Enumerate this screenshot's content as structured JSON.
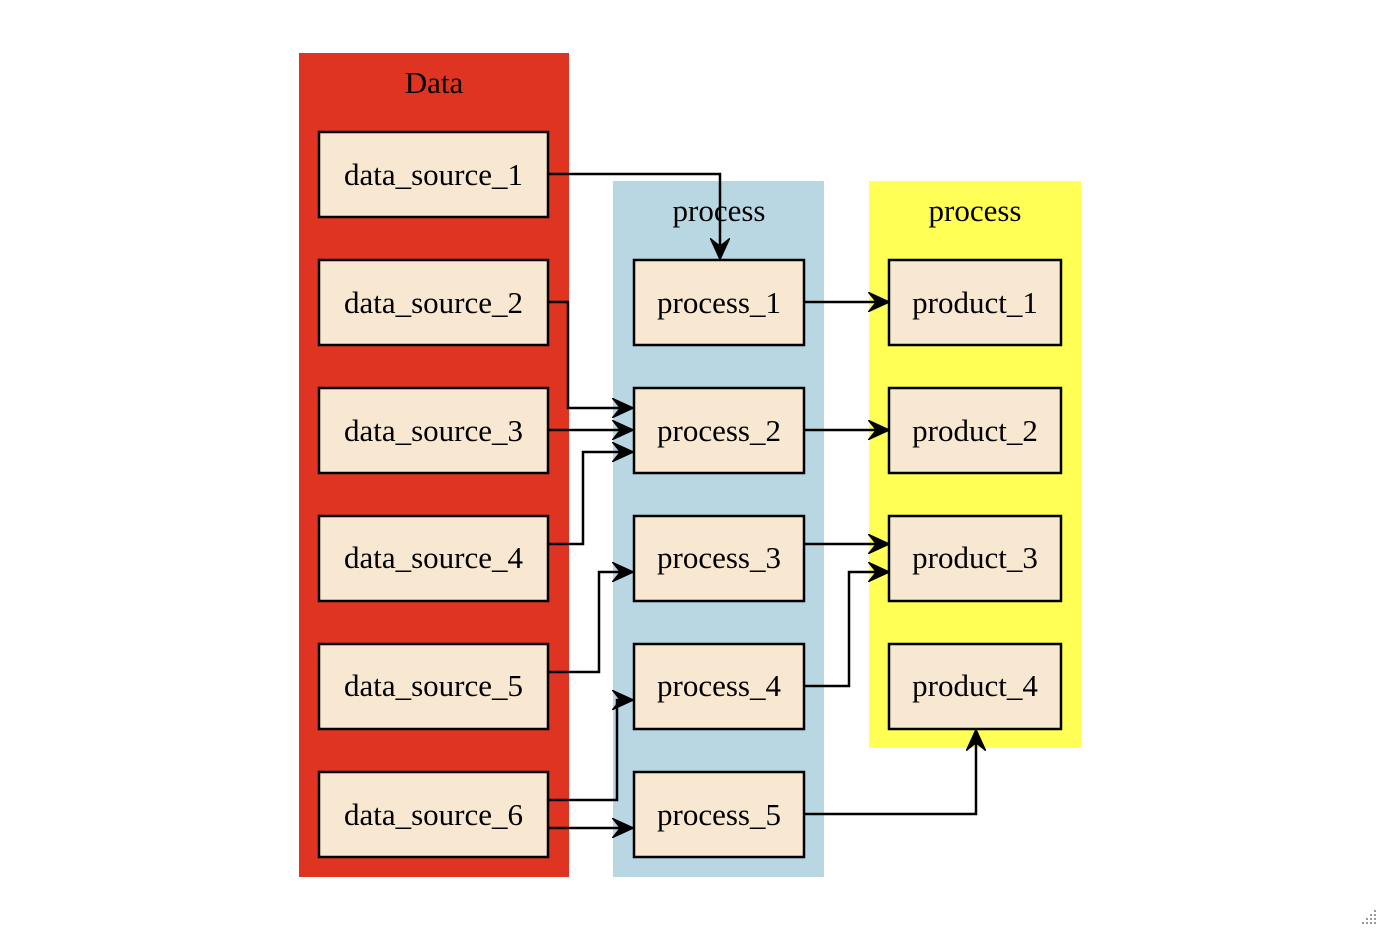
{
  "clusters": [
    {
      "id": "data",
      "label": "Data",
      "color": "#DE3421"
    },
    {
      "id": "process",
      "label": "process",
      "color": "#B9D7E3"
    },
    {
      "id": "product",
      "label": "process",
      "color": "#FFFF55"
    }
  ],
  "node_style": {
    "fill": "#F9E8D1",
    "stroke": "#000000"
  },
  "nodes": [
    {
      "id": "data_source_1",
      "label": "data_source_1",
      "cluster": "data"
    },
    {
      "id": "data_source_2",
      "label": "data_source_2",
      "cluster": "data"
    },
    {
      "id": "data_source_3",
      "label": "data_source_3",
      "cluster": "data"
    },
    {
      "id": "data_source_4",
      "label": "data_source_4",
      "cluster": "data"
    },
    {
      "id": "data_source_5",
      "label": "data_source_5",
      "cluster": "data"
    },
    {
      "id": "data_source_6",
      "label": "data_source_6",
      "cluster": "data"
    },
    {
      "id": "process_1",
      "label": "process_1",
      "cluster": "process"
    },
    {
      "id": "process_2",
      "label": "process_2",
      "cluster": "process"
    },
    {
      "id": "process_3",
      "label": "process_3",
      "cluster": "process"
    },
    {
      "id": "process_4",
      "label": "process_4",
      "cluster": "process"
    },
    {
      "id": "process_5",
      "label": "process_5",
      "cluster": "process"
    },
    {
      "id": "product_1",
      "label": "product_1",
      "cluster": "product"
    },
    {
      "id": "product_2",
      "label": "product_2",
      "cluster": "product"
    },
    {
      "id": "product_3",
      "label": "product_3",
      "cluster": "product"
    },
    {
      "id": "product_4",
      "label": "product_4",
      "cluster": "product"
    }
  ],
  "edges": [
    {
      "from": "data_source_1",
      "to": "process_1"
    },
    {
      "from": "data_source_2",
      "to": "process_2"
    },
    {
      "from": "data_source_3",
      "to": "process_2"
    },
    {
      "from": "data_source_4",
      "to": "process_2"
    },
    {
      "from": "data_source_5",
      "to": "process_3"
    },
    {
      "from": "data_source_6",
      "to": "process_4"
    },
    {
      "from": "data_source_6",
      "to": "process_5"
    },
    {
      "from": "process_1",
      "to": "product_1"
    },
    {
      "from": "process_2",
      "to": "product_2"
    },
    {
      "from": "process_3",
      "to": "product_3"
    },
    {
      "from": "process_4",
      "to": "product_3"
    },
    {
      "from": "process_5",
      "to": "product_4"
    }
  ]
}
